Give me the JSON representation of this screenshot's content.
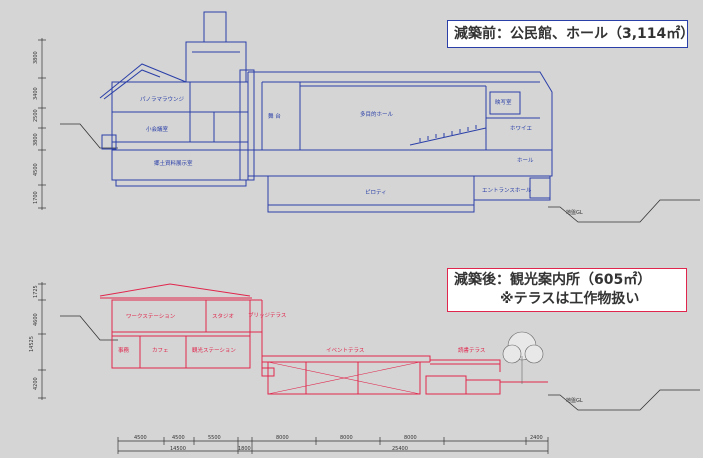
{
  "labels": {
    "before": "減築前：公民館、ホール（3,114㎡）",
    "after_line1": "減築後：観光案内所（605㎡）",
    "after_line2": "※テラスは工作物扱い"
  },
  "before_rooms": {
    "panorama": "パノラマラウンジ",
    "small_hall": "小会議室",
    "archive": "郷土資料展示室",
    "stage": "舞 台",
    "hall": "多目的ホール",
    "projection": "映写室",
    "foyer": "ホワイエ",
    "hall2": "ホール",
    "piloti": "ピロティ",
    "entrance": "エントランスホール"
  },
  "after_rooms": {
    "workstation_upper": "ワークステーション",
    "studio": "スタジオ",
    "bridge_terrace": "ブリッジテラス",
    "office": "事務",
    "cafe": "カフェ",
    "tourist_station": "観光ステーション",
    "event_terrace": "イベントテラス",
    "reading_terrace": "読書テラス"
  },
  "marks": {
    "gl_before": "地盤GL",
    "gl_after": "地盤GL"
  },
  "heights_before": [
    "3800",
    "3400",
    "2500",
    "3800",
    "4500",
    "1700"
  ],
  "heights_after": [
    "1725",
    "4600",
    "4200",
    "14525"
  ],
  "dims_bottom": [
    "4500",
    "4500",
    "5500",
    "14500",
    "1800",
    "8000",
    "8000",
    "8000",
    "2400",
    "25400"
  ],
  "colors": {
    "before": "#2a3fa8",
    "after": "#e0264c",
    "background": "#d5d5d5"
  }
}
